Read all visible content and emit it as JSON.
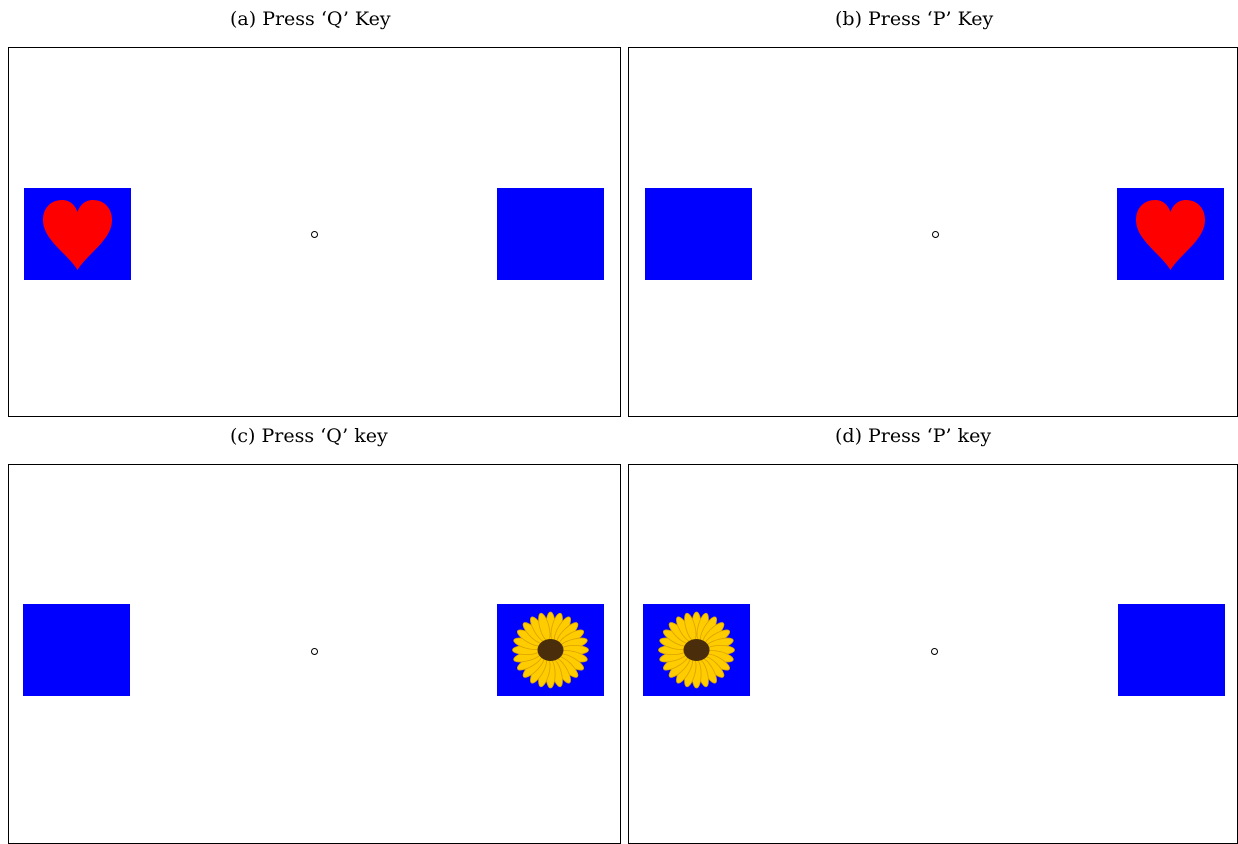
{
  "figure": {
    "captions": {
      "a": "(a) Press ‘Q’ Key",
      "b": "(b) Press ‘P’ Key",
      "c": "(c) Press ‘Q’ key",
      "d": "(d) Press ‘P’ key"
    },
    "panels": [
      {
        "id": "a",
        "left_stimulus": "heart",
        "right_stimulus": "none",
        "correct_key": "Q"
      },
      {
        "id": "b",
        "left_stimulus": "none",
        "right_stimulus": "heart",
        "correct_key": "P"
      },
      {
        "id": "c",
        "left_stimulus": "none",
        "right_stimulus": "flower",
        "correct_key": "Q"
      },
      {
        "id": "d",
        "left_stimulus": "flower",
        "right_stimulus": "none",
        "correct_key": "P"
      }
    ],
    "colors": {
      "box": "#0000ff",
      "heart": "#ff0000",
      "petal": "#ffcc00",
      "petal_outline": "#d9a300",
      "flower_center": "#4a2d0a",
      "fixation": "#000000"
    },
    "icons": {
      "heart": "heart-icon",
      "flower": "sunflower-icon",
      "fixation": "fixation-circle-icon"
    }
  }
}
